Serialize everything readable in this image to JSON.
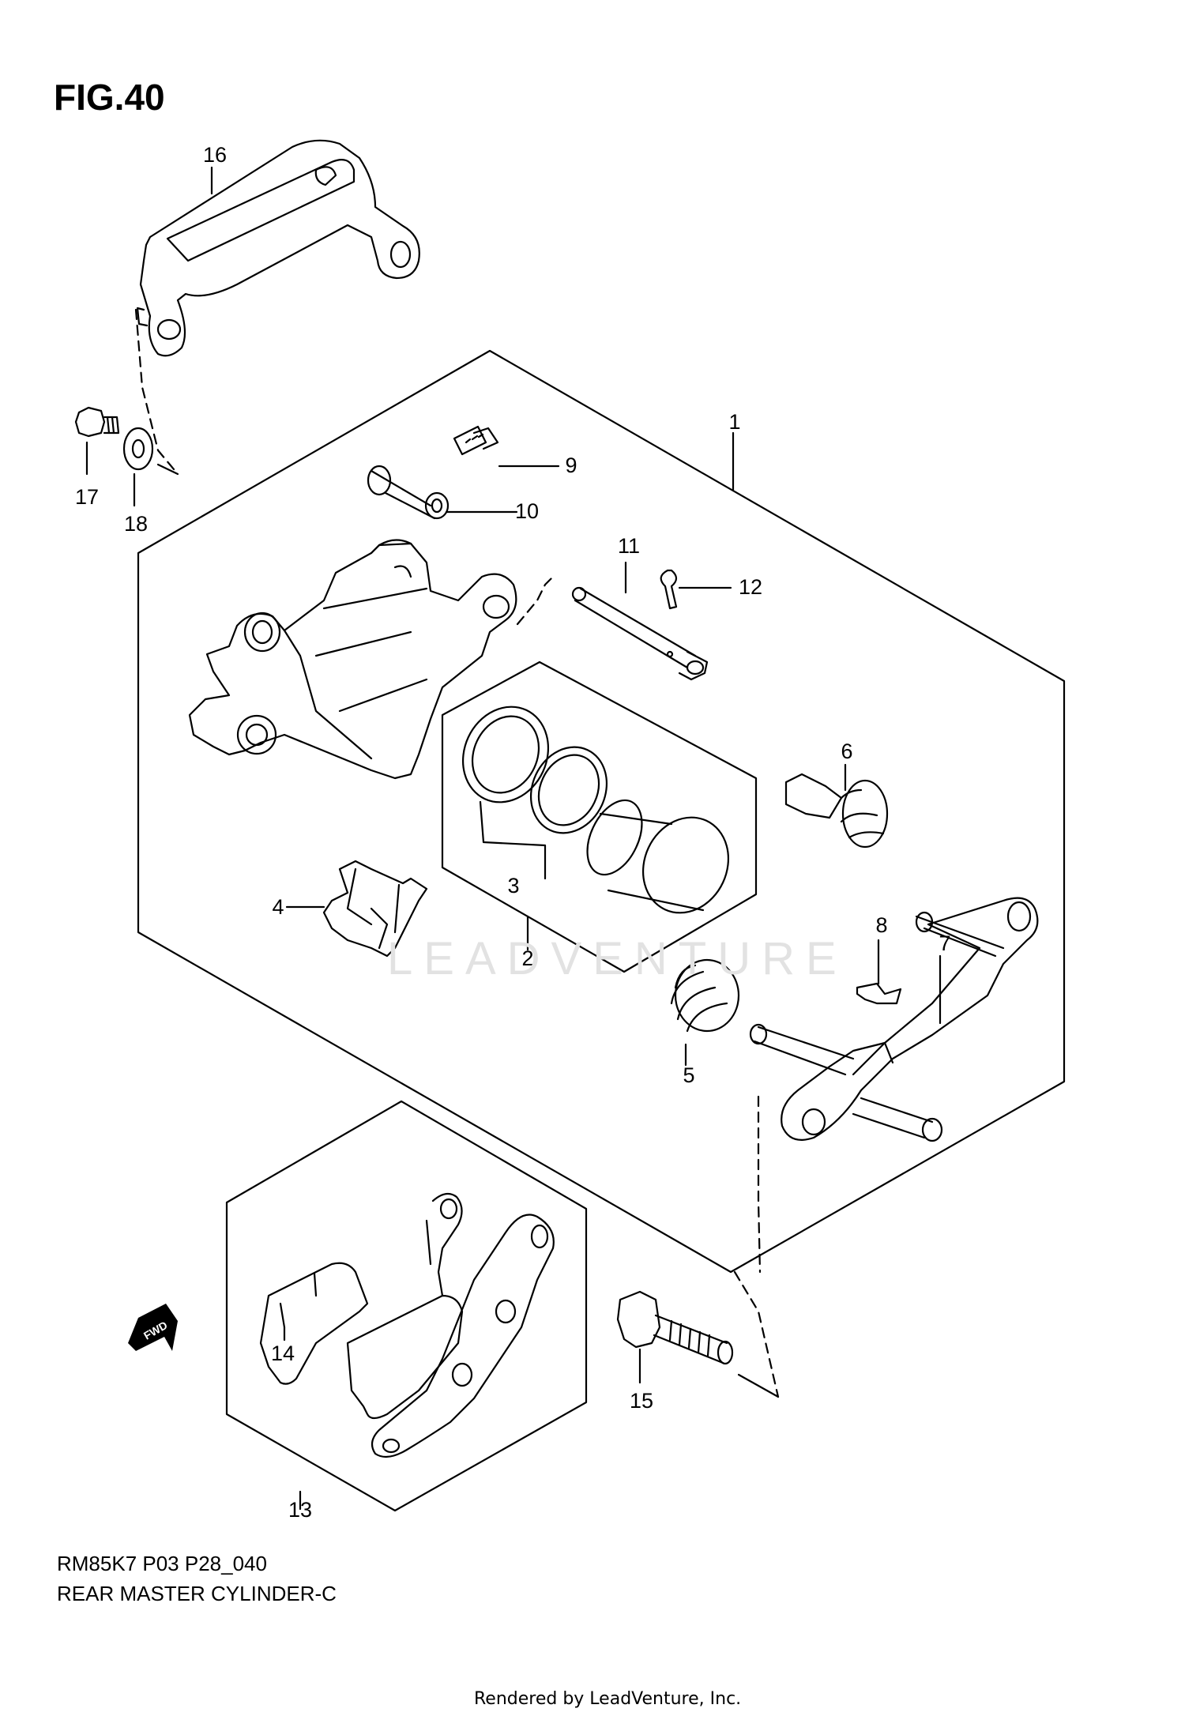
{
  "figure": {
    "title": "FIG.40",
    "caption_line1": "RM85K7 P03 P28_040",
    "caption_line2": "REAR MASTER CYLINDER-C"
  },
  "callouts": [
    "1",
    "2",
    "3",
    "4",
    "5",
    "6",
    "7",
    "8",
    "9",
    "10",
    "11",
    "12",
    "13",
    "14",
    "15",
    "16",
    "17",
    "18"
  ],
  "fwd_label": "FWD",
  "watermark": "LEADVENTURE",
  "footer": "Rendered by LeadVenture, Inc."
}
